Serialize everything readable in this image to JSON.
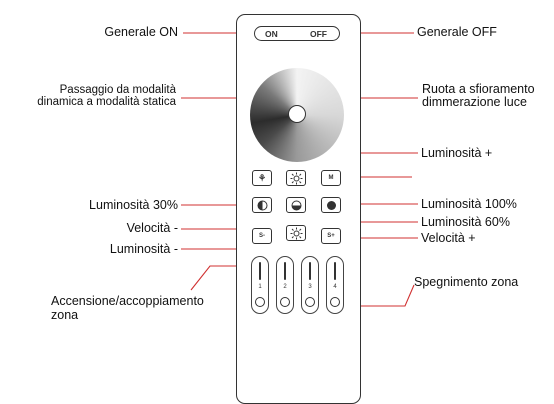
{
  "remote": {
    "on_label": "ON",
    "off_label": "OFF",
    "buttons": {
      "mode_icon": "⚘",
      "speed_minus": "S-",
      "speed_plus": "S+",
      "m_button": "M"
    },
    "zones": [
      "1",
      "2",
      "3",
      "4"
    ]
  },
  "labels": {
    "generale_on": "Generale ON",
    "generale_off": "Generale OFF",
    "passaggio_line1": "Passaggio da modalità",
    "passaggio_line2": "dinamica a modalità statica",
    "ruota_line1": "Ruota a sfioramento",
    "ruota_line2": "dimmerazione luce",
    "luminosita_plus": "Luminosità +",
    "luminosita_30": "Luminosità 30%",
    "luminosita_100": "Luminosità 100%",
    "luminosita_60": "Luminosità 60%",
    "velocita_minus": "Velocità -",
    "velocita_plus": "Velocità +",
    "luminosita_minus": "Luminosità -",
    "accensione_line1": "Accensione/accoppiamento",
    "accensione_line2": "zona",
    "spegnimento_zona": "Spegnimento zona"
  },
  "colors": {
    "callout_line": "#d03030",
    "outline": "#333333"
  }
}
